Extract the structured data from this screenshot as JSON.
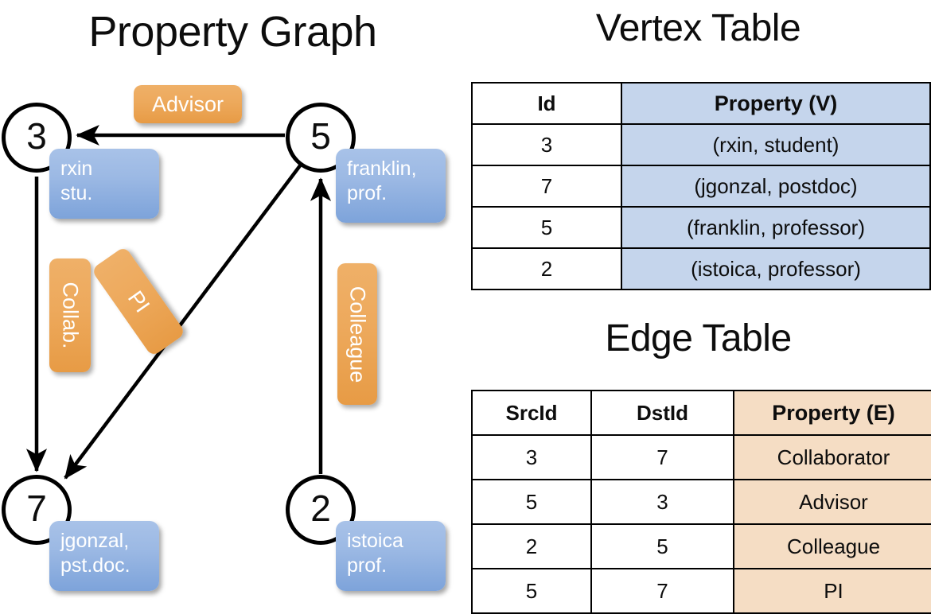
{
  "titles": {
    "property_graph": "Property Graph",
    "vertex_table": "Vertex Table",
    "edge_table": "Edge Table"
  },
  "colors": {
    "vertex_property_fill": "#c5d5ec",
    "edge_property_fill": "#f5ddc4",
    "node_property_box": "#9cb9e4",
    "edge_label_box": "#eda95c",
    "stroke": "#000000"
  },
  "graph": {
    "nodes": [
      {
        "id": "3",
        "property_label": "rxin\nstu.",
        "property_line1": "rxin",
        "property_line2": "stu."
      },
      {
        "id": "5",
        "property_label": "franklin,\nprof.",
        "property_line1": "franklin,",
        "property_line2": "prof."
      },
      {
        "id": "7",
        "property_label": "jgonzal,\npst.doc.",
        "property_line1": "jgonzal,",
        "property_line2": "pst.doc."
      },
      {
        "id": "2",
        "property_label": "istoica\nprof.",
        "property_line1": "istoica",
        "property_line2": "prof."
      }
    ],
    "edge_labels": {
      "advisor": "Advisor",
      "collab": "Collab.",
      "pi": "PI",
      "colleague": "Colleague"
    },
    "edges": [
      {
        "src": "5",
        "dst": "3",
        "label": "Advisor"
      },
      {
        "src": "3",
        "dst": "7",
        "label": "Collab."
      },
      {
        "src": "5",
        "dst": "7",
        "label": "PI"
      },
      {
        "src": "2",
        "dst": "5",
        "label": "Colleague"
      }
    ]
  },
  "vertex_table": {
    "columns": [
      "Id",
      "Property (V)"
    ],
    "rows": [
      {
        "id": "3",
        "property": "(rxin, student)"
      },
      {
        "id": "7",
        "property": "(jgonzal, postdoc)"
      },
      {
        "id": "5",
        "property": "(franklin, professor)"
      },
      {
        "id": "2",
        "property": "(istoica, professor)"
      }
    ]
  },
  "edge_table": {
    "columns": [
      "SrcId",
      "DstId",
      "Property (E)"
    ],
    "rows": [
      {
        "src": "3",
        "dst": "7",
        "property": "Collaborator"
      },
      {
        "src": "5",
        "dst": "3",
        "property": "Advisor"
      },
      {
        "src": "2",
        "dst": "5",
        "property": "Colleague"
      },
      {
        "src": "5",
        "dst": "7",
        "property": "PI"
      }
    ]
  }
}
